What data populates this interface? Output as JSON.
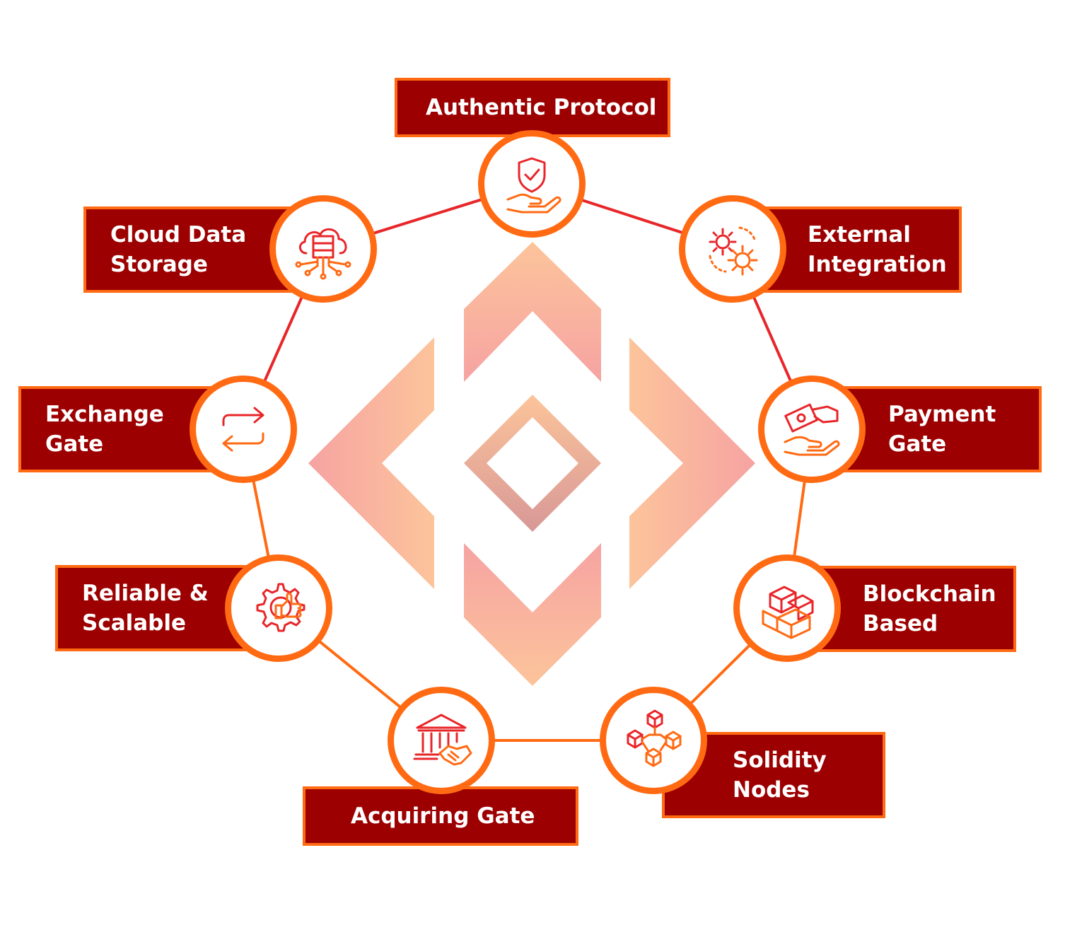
{
  "features": [
    {
      "id": "authentic-protocol",
      "lines": [
        "Authentic Protocol"
      ],
      "icon": "shield-hand-icon"
    },
    {
      "id": "external-integration",
      "lines": [
        "External",
        "Integration"
      ],
      "icon": "gears-icon"
    },
    {
      "id": "payment-gate",
      "lines": [
        "Payment",
        "Gate"
      ],
      "icon": "money-exchange-icon"
    },
    {
      "id": "blockchain-based",
      "lines": [
        "Blockchain",
        "Based"
      ],
      "icon": "blocks-icon"
    },
    {
      "id": "solidity-nodes",
      "lines": [
        "Solidity",
        "Nodes"
      ],
      "icon": "cube-network-icon"
    },
    {
      "id": "acquiring-gate",
      "lines": [
        "Acquiring Gate"
      ],
      "icon": "bank-handshake-icon"
    },
    {
      "id": "reliable-scalable",
      "lines": [
        "Reliable &",
        "Scalable"
      ],
      "icon": "gear-thumbs-up-icon"
    },
    {
      "id": "exchange-gate",
      "lines": [
        "Exchange",
        "Gate"
      ],
      "icon": "exchange-arrows-icon"
    },
    {
      "id": "cloud-data-storage",
      "lines": [
        "Cloud Data",
        "Storage"
      ],
      "icon": "cloud-server-icon"
    }
  ],
  "colors": {
    "accent": "#ff6a13",
    "box_fill": "#9c0000",
    "link": "#e8262a",
    "text": "#ffffff"
  }
}
